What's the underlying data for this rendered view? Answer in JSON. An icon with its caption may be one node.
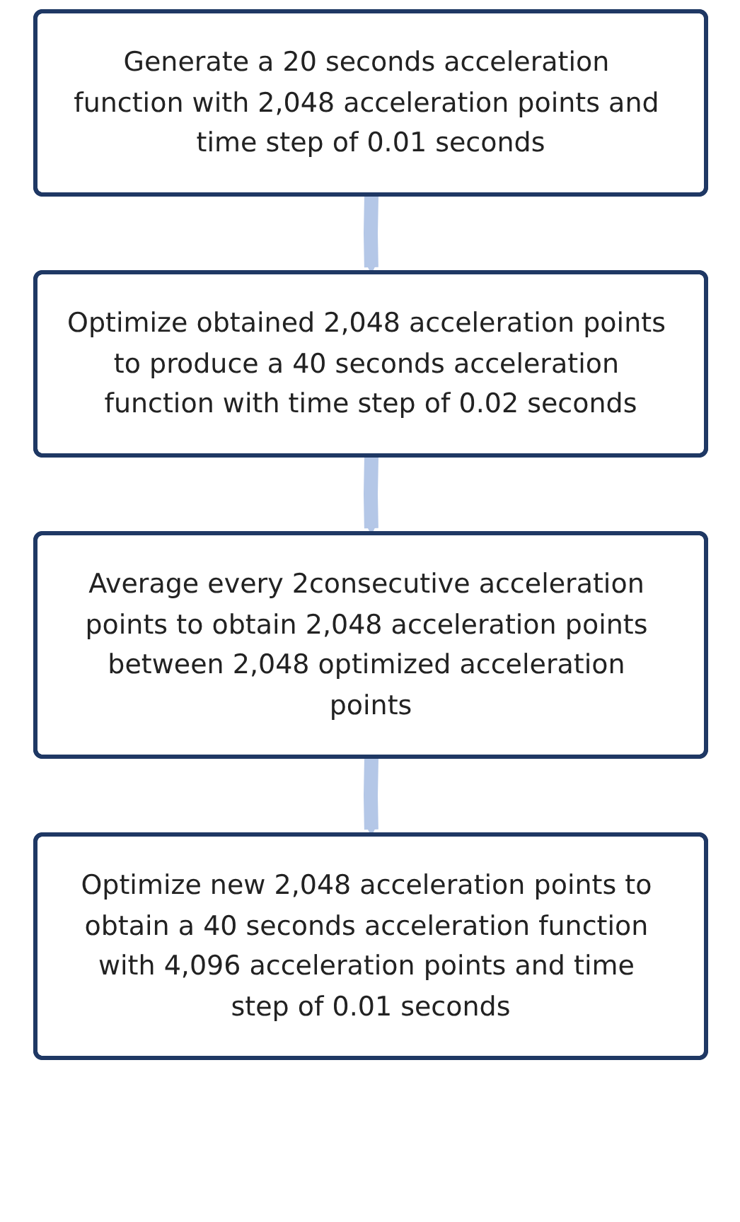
{
  "diagram": {
    "nodes": [
      {
        "text": [
          "Generate a 20 seconds acceleration function with 2,048 acceleration points and time step of 0.01 seconds"
        ]
      },
      {
        "text": [
          "Optimize obtained 2,048 acceleration points to produce a 40 seconds acceleration function with time step of 0.02 seconds"
        ]
      },
      {
        "text": [
          "Average every 2consecutive acceleration points to obtain 2,048 acceleration points between 2,048 optimized acceleration points"
        ]
      },
      {
        "text": [
          "Optimize new 2,048 acceleration points to obtain a 40 seconds acceleration function with 4,096 acceleration points and time step of 0.01 seconds"
        ]
      }
    ],
    "edges": [
      {
        "from": 0,
        "to": 1,
        "arrow": "to"
      },
      {
        "from": 1,
        "to": 2,
        "arrow": "to"
      },
      {
        "from": 2,
        "to": 3,
        "arrow": "to"
      }
    ]
  }
}
